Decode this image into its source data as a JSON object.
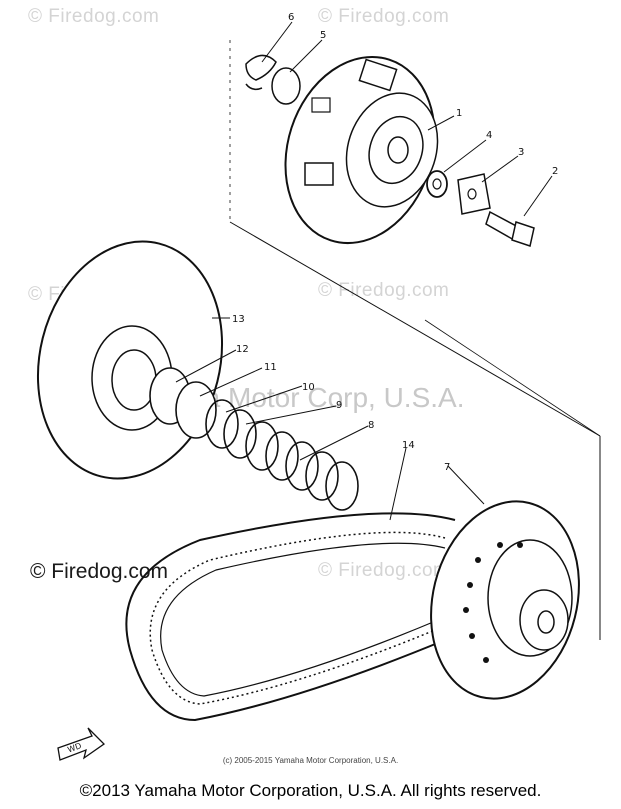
{
  "watermarks": {
    "repeat_text": "© Firedog.com",
    "center_text": "Yamaha Motor Corp, U.S.A.",
    "left_text": "© Firedog.com"
  },
  "callouts": [
    "1",
    "2",
    "3",
    "4",
    "5",
    "6",
    "7",
    "8",
    "9",
    "10",
    "11",
    "12",
    "13",
    "14"
  ],
  "small_copyright": "(c) 2005-2015 Yamaha Motor Corporation, U.S.A.",
  "footer": "©2013 Yamaha Motor Corporation, U.S.A. All rights reserved.",
  "direction_mark": "WD",
  "colors": {
    "ink": "#111111",
    "watermark": "#d4d4d4",
    "background": "#ffffff"
  }
}
